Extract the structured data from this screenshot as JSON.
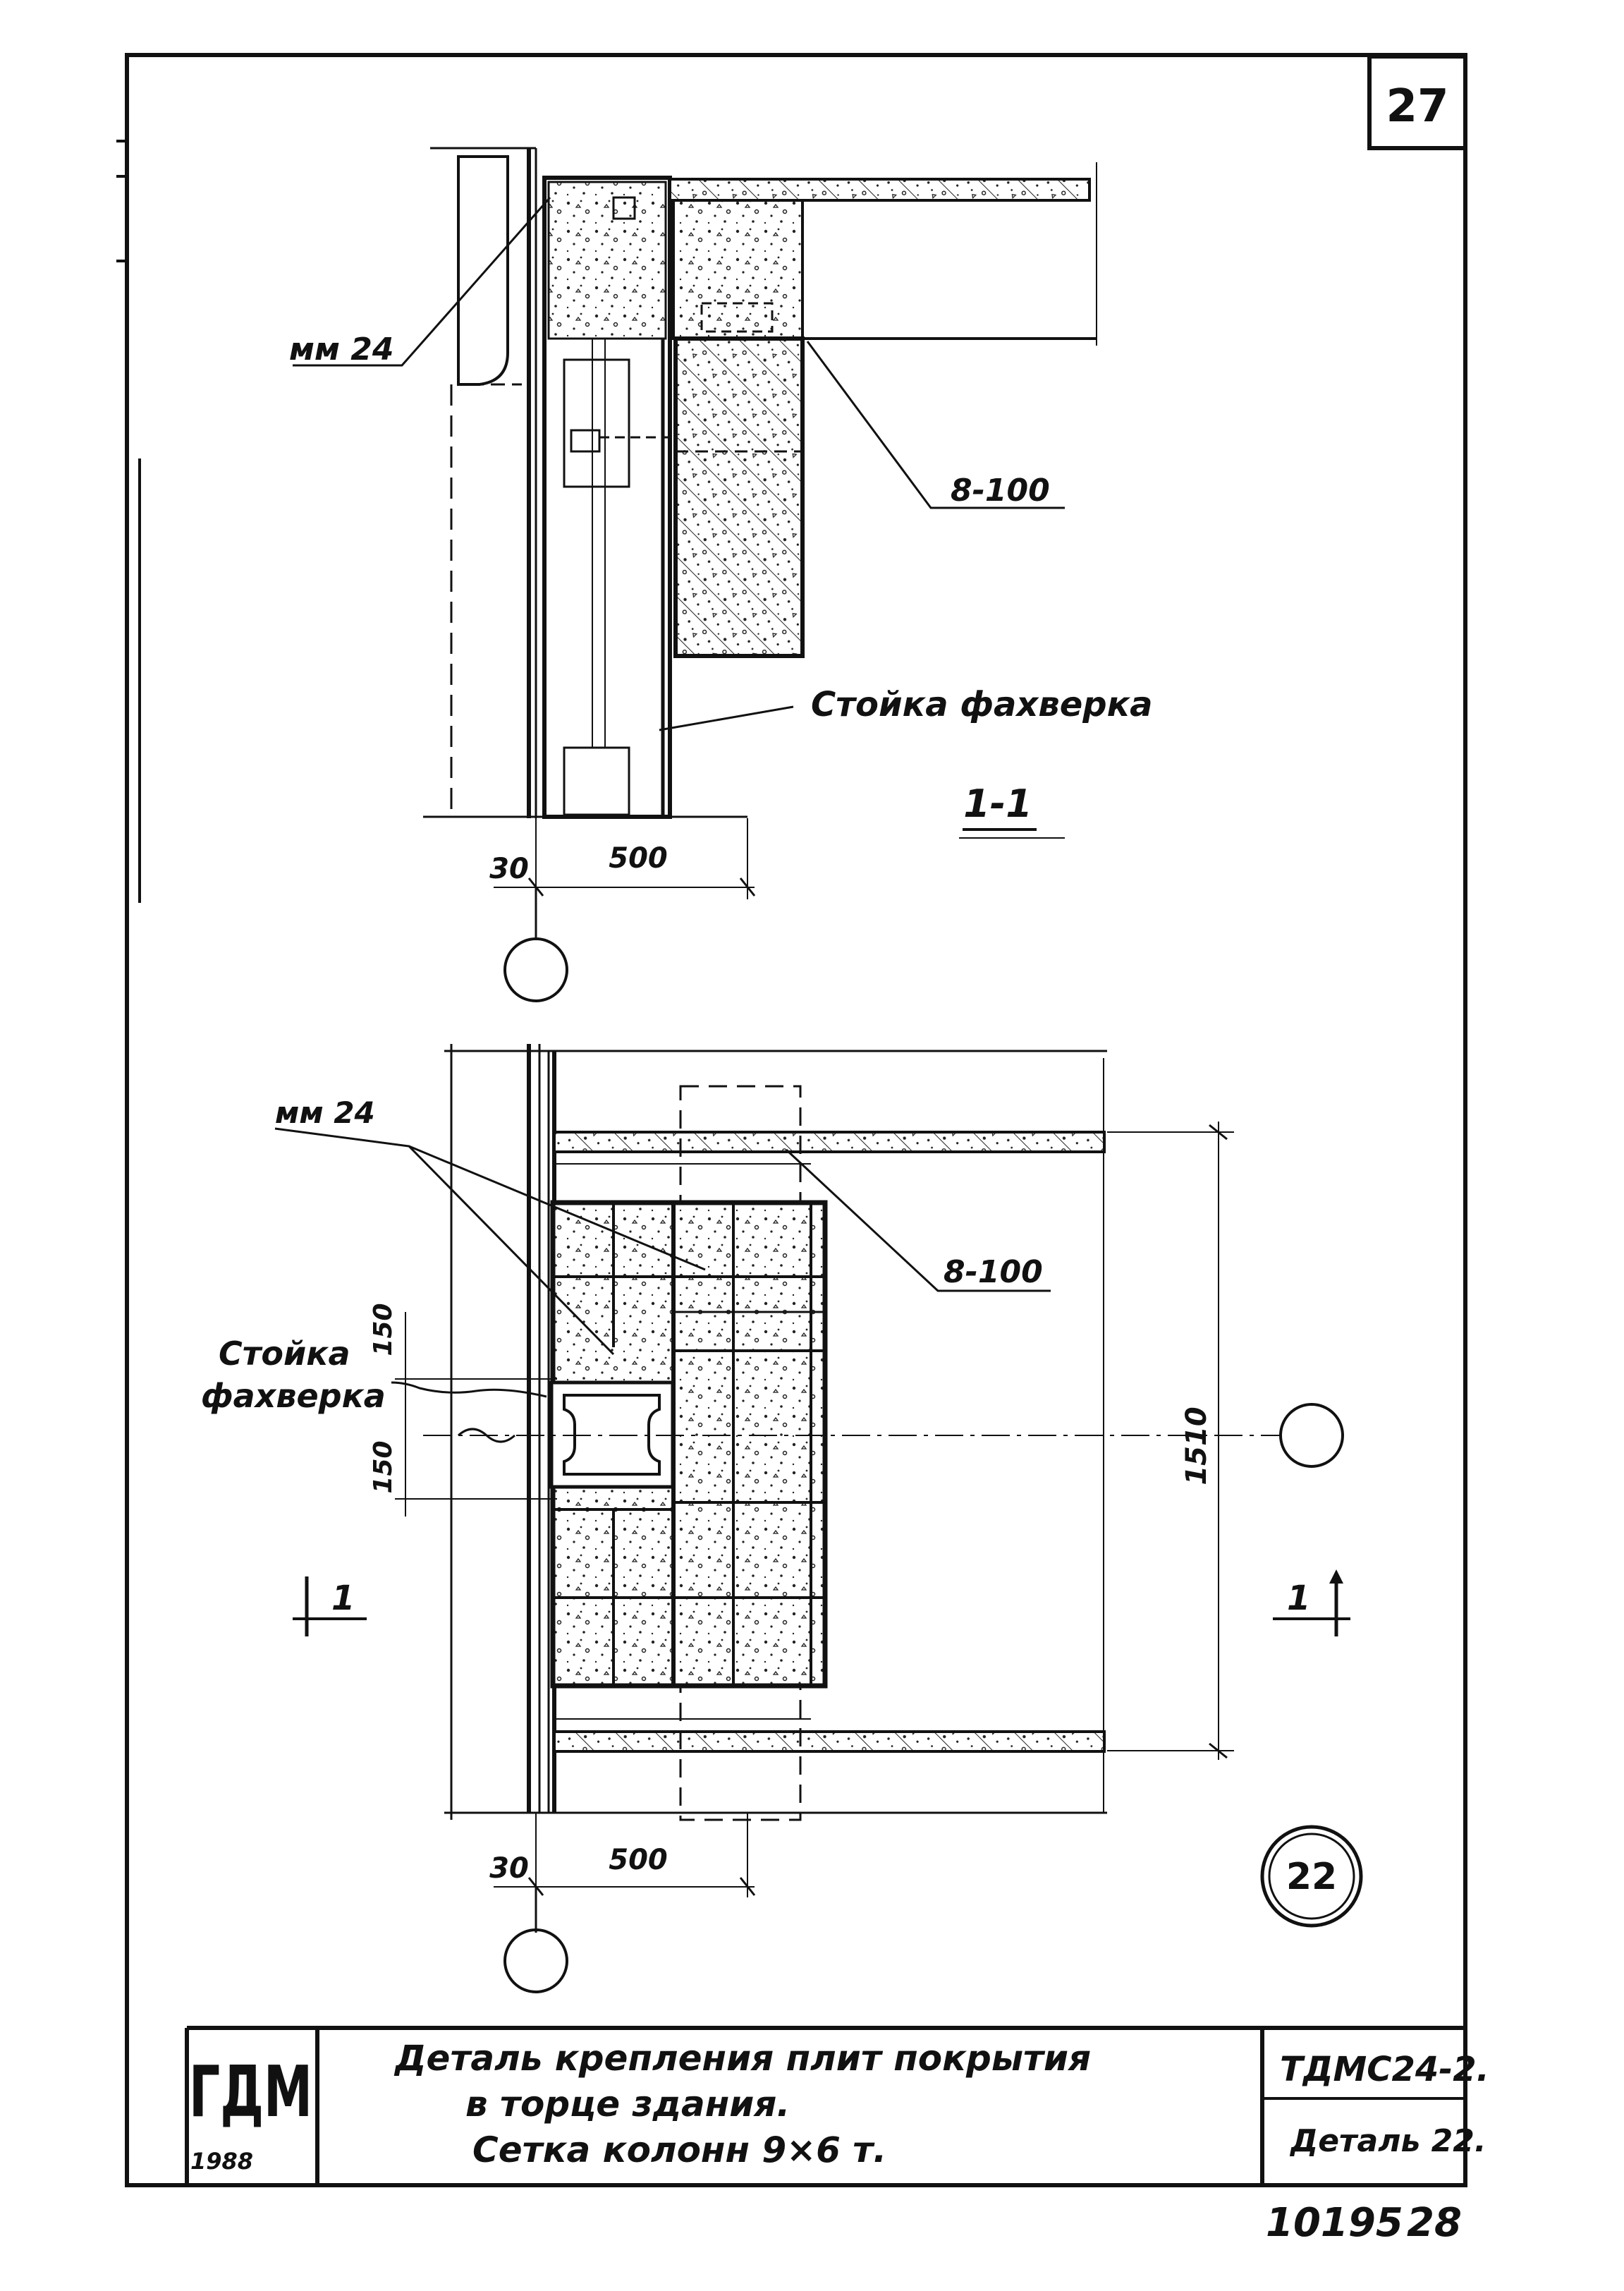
{
  "sheet": {
    "sheet_number": "27",
    "bottom_number": "10195",
    "bottom_page": "28"
  },
  "section_view": {
    "label_anchor": "мм 24",
    "label_rebar": "8-100",
    "label_post": "Стойка фахверка",
    "section_mark": "1-1",
    "dim_offset": "30",
    "dim_width": "500"
  },
  "plan_view": {
    "label_anchor": "мм 24",
    "label_rebar": "8-100",
    "label_post_line1": "Стойка",
    "label_post_line2": "фахверка",
    "dim_top": "150",
    "dim_bottom": "150",
    "dim_height": "1510",
    "dim_offset": "30",
    "dim_width": "500",
    "cut_mark_left": "1",
    "cut_mark_right": "1",
    "detail_number": "22"
  },
  "title_block": {
    "logo": "ГДМ",
    "year": "1988",
    "title_line1": "Деталь крепления плит покрытия",
    "title_line2": "в торце здания.",
    "title_line3": "Сетка колонн 9×6 т.",
    "code": "ТДМС24-2.",
    "detail": "Деталь 22."
  }
}
